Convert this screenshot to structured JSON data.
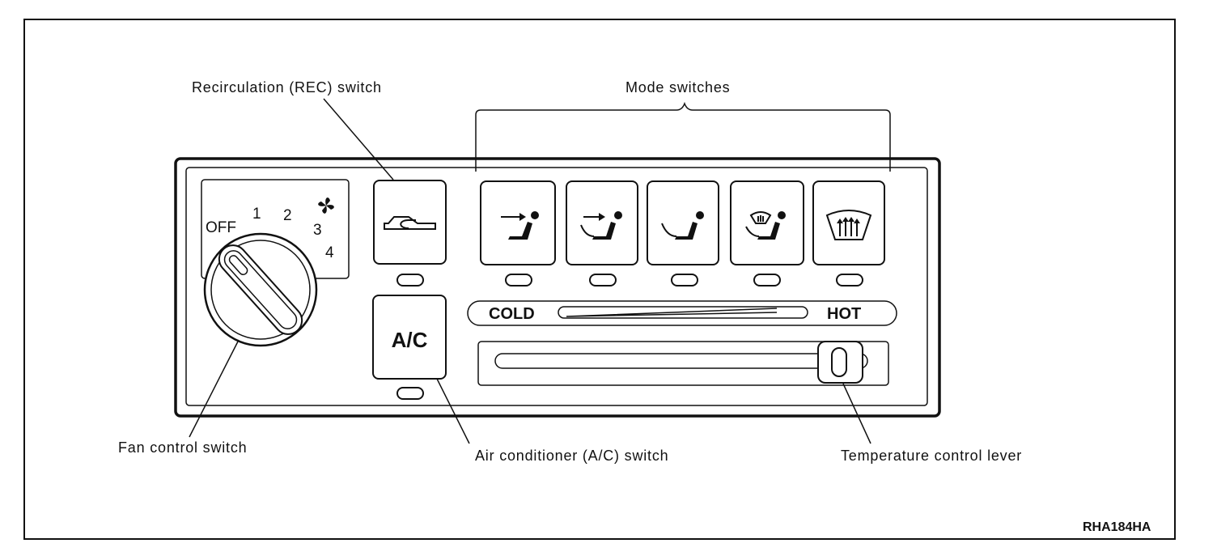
{
  "labels": {
    "recirculation": "Recirculation (REC) switch",
    "mode": "Mode switches",
    "fan": "Fan control switch",
    "ac": "Air conditioner (A/C) switch",
    "temperature": "Temperature control lever",
    "figure_id": "RHA184HA"
  },
  "fan_dial": {
    "positions": [
      "OFF",
      "1",
      "2",
      "3",
      "4"
    ],
    "icon": "fan-icon"
  },
  "ac_button": {
    "label": "A/C"
  },
  "temperature_scale": {
    "cold": "COLD",
    "hot": "HOT"
  },
  "mode_buttons": [
    {
      "icon": "vent-mode-icon"
    },
    {
      "icon": "bi-level-mode-icon"
    },
    {
      "icon": "foot-mode-icon"
    },
    {
      "icon": "foot-defrost-mode-icon"
    },
    {
      "icon": "defrost-mode-icon"
    }
  ],
  "rec_button": {
    "icon": "recirculation-icon"
  }
}
